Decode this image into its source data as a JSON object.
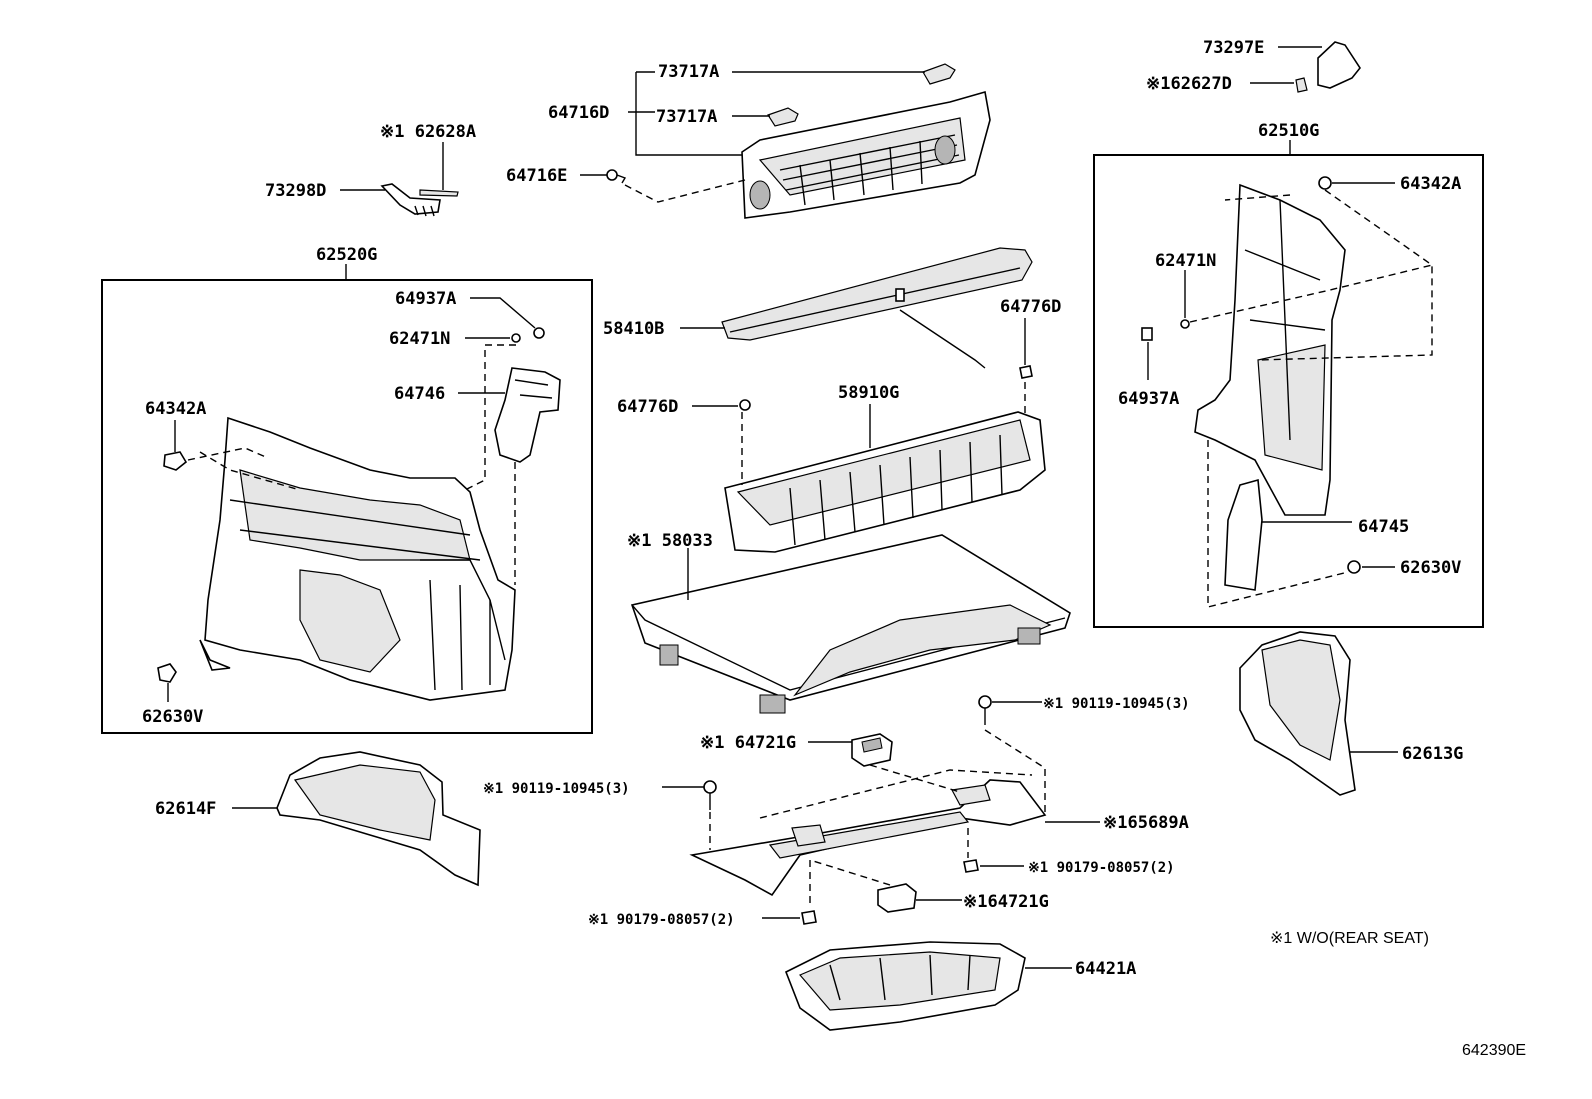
{
  "diagram": {
    "labels": {
      "p73717A_top": "73717A",
      "p64716D": "64716D",
      "p73717A_mid": "73717A",
      "p64716E": "64716E",
      "p62628A": "※1 62628A",
      "p73298D": "73298D",
      "p62520G": "62520G",
      "p64937A_left": "64937A",
      "p62471N_left": "62471N",
      "p64746": "64746",
      "p64342A_left": "64342A",
      "p62630V_left": "62630V",
      "p58410B": "58410B",
      "p64776D_right": "64776D",
      "p64776D_left": "64776D",
      "p58910G": "58910G",
      "p58033": "※1 58033",
      "p73297E": "73297E",
      "p62627D": "※162627D",
      "p62510G": "62510G",
      "p64342A_right": "64342A",
      "p62471N_right": "62471N",
      "p64937A_right": "64937A",
      "p64745": "64745",
      "p62630V_right": "62630V",
      "p62613G": "62613G",
      "p62614F": "62614F",
      "p90119_right": "※1 90119-10945(3)",
      "p64721G_top": "※1 64721G",
      "p90119_left": "※1 90119-10945(3)",
      "p65689A": "※165689A",
      "p90179_right": "※1 90179-08057(2)",
      "p64721G_bottom": "※164721G",
      "p90179_left": "※1 90179-08057(2)",
      "p64421A": "64421A"
    },
    "note": "※1  W/O(REAR SEAT)",
    "drawing_code": "642390E"
  }
}
